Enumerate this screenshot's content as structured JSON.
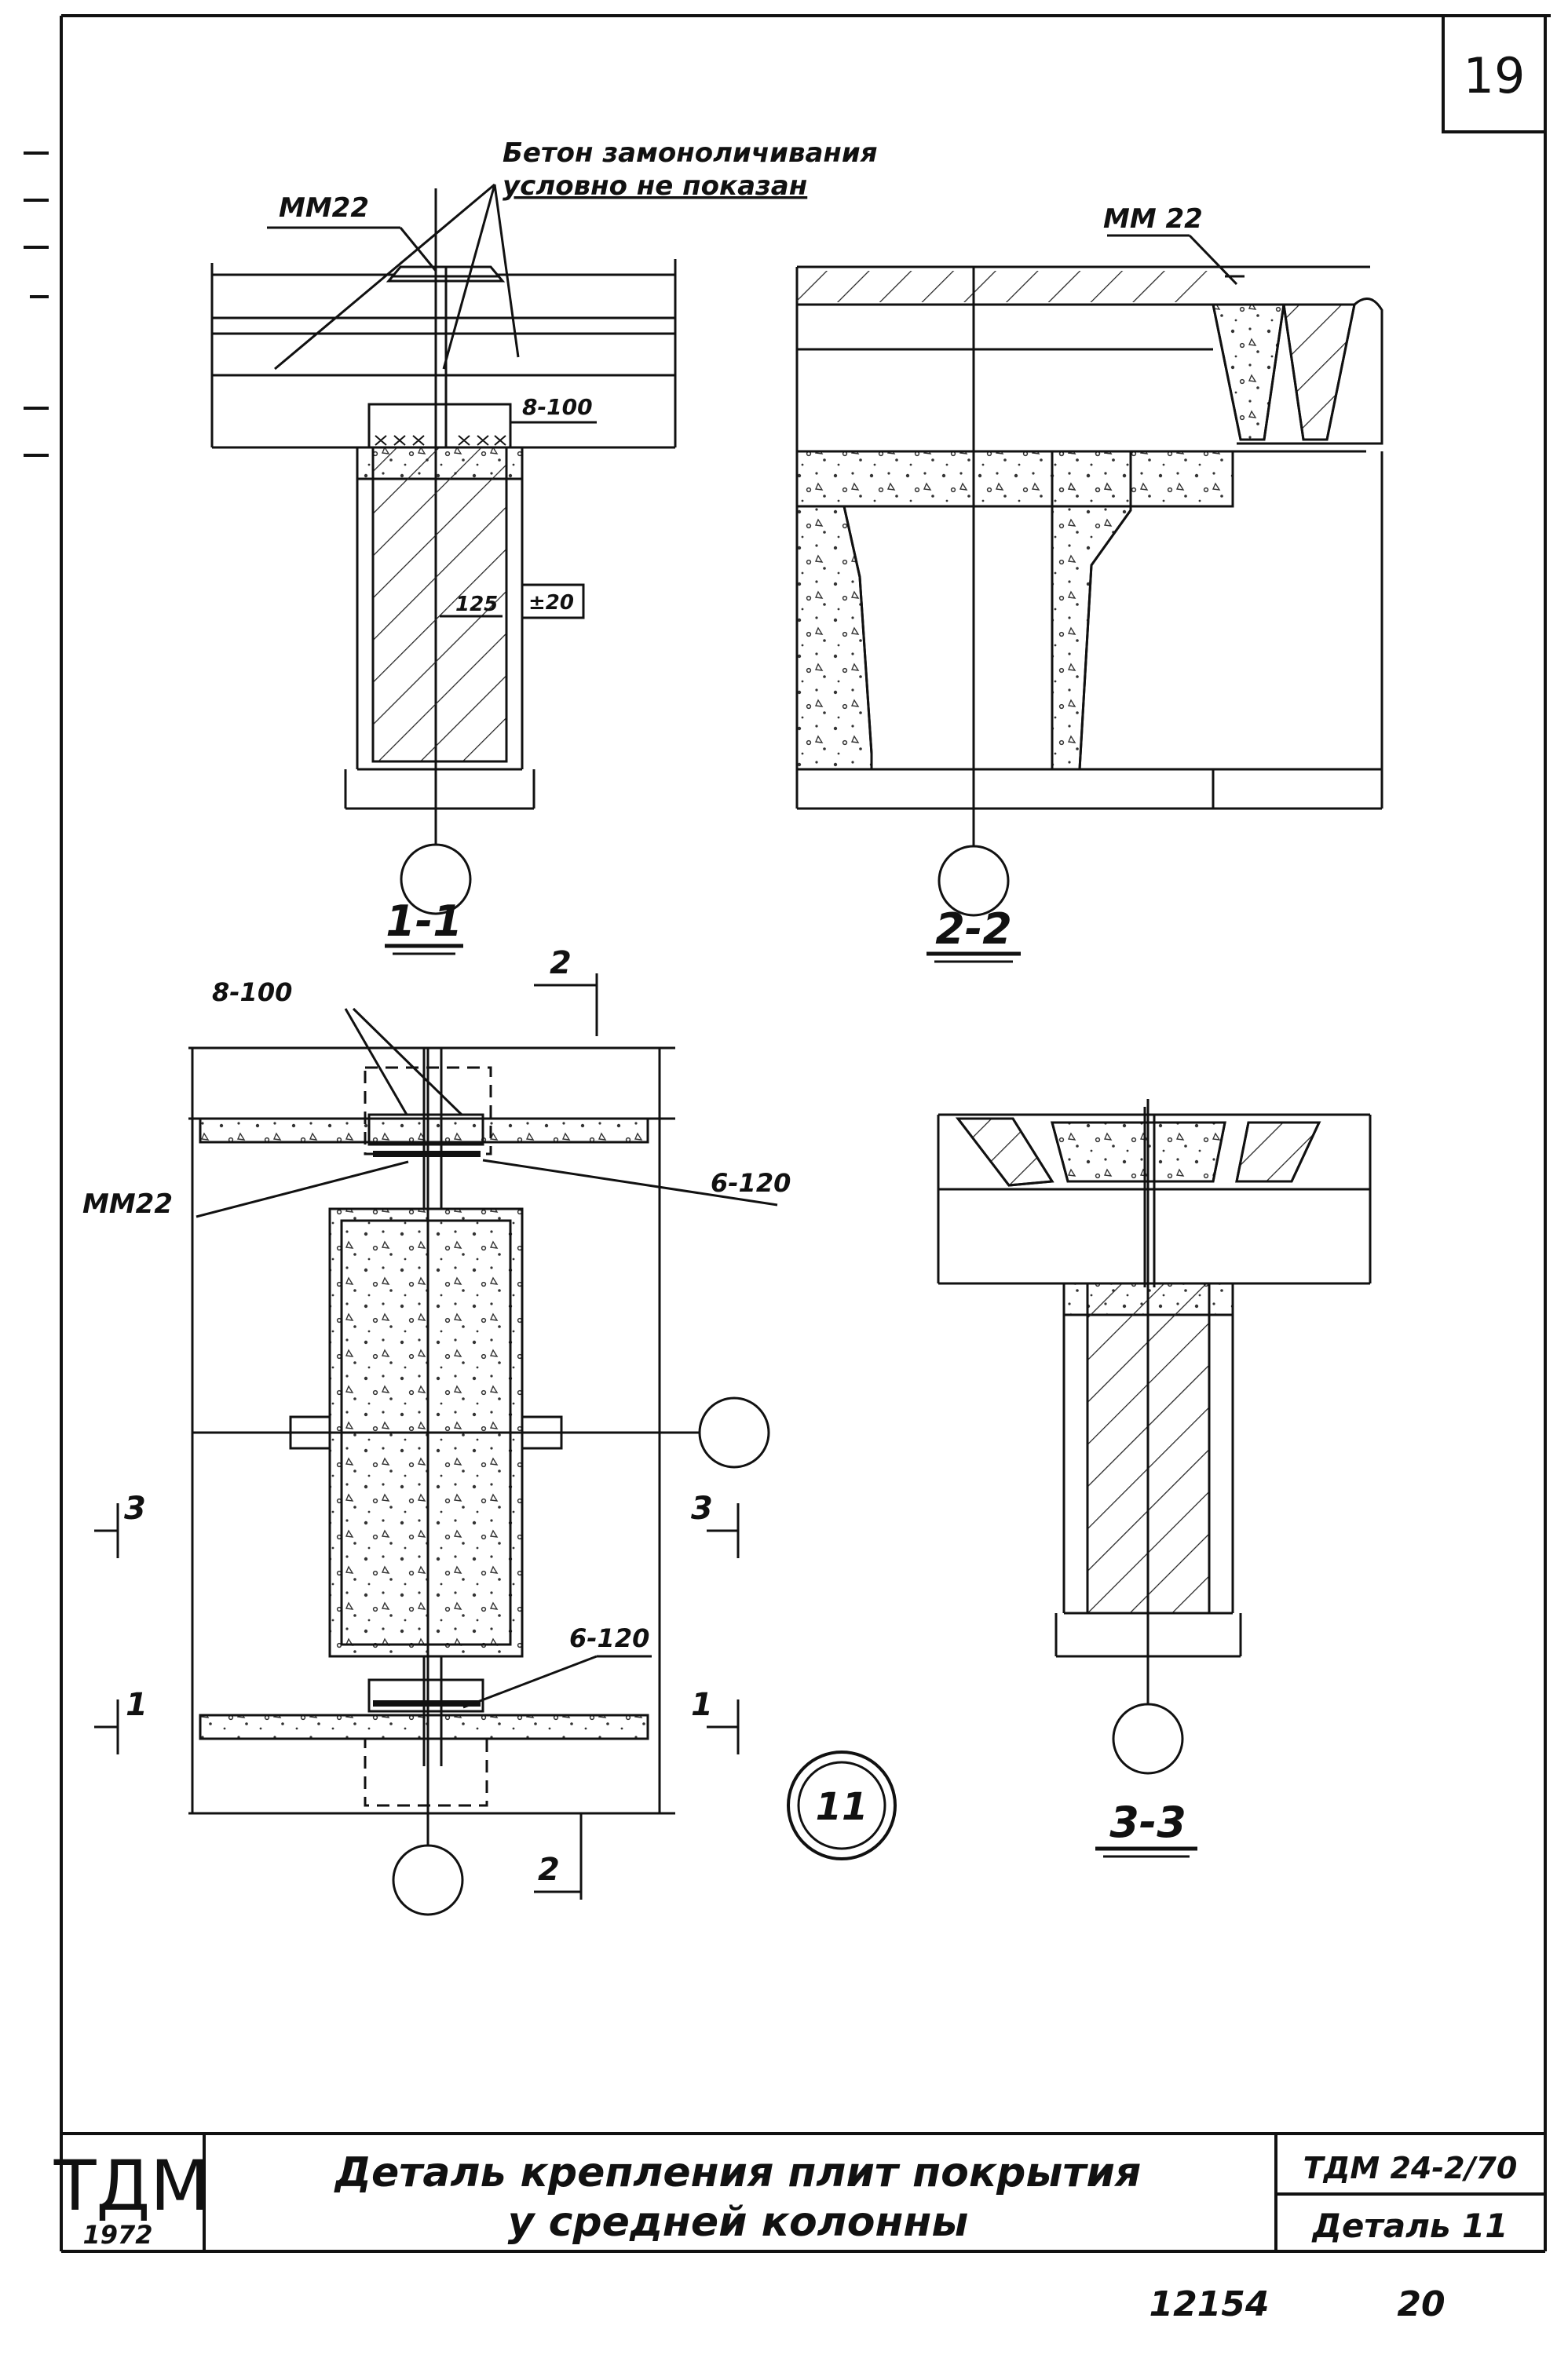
{
  "sheet_number": "19",
  "annotations": {
    "concrete_note_line1": "Бетон замоноличивания",
    "concrete_note_line2": "условно не показан",
    "mm22_a": "ММ22",
    "mm22_b": "ММ 22",
    "mm22_c": "ММ22",
    "dim_8_100_a": "8-100",
    "dim_8_100_b": "8-100",
    "dim_6_120_a": "6-120",
    "dim_6_120_b": "6-120",
    "dim_125": "125",
    "dim_pm20": "±20"
  },
  "sections": {
    "s11": "1-1",
    "s22": "2-2",
    "s33": "3-3",
    "plan_mark_2_top": "2",
    "plan_mark_2_bottom": "2",
    "plan_mark_3_left": "3",
    "plan_mark_3_right": "3",
    "plan_mark_1_left": "1",
    "plan_mark_1_right": "1",
    "detail_circle": "11"
  },
  "title_block": {
    "org": "ТДМ",
    "year": "1972",
    "title_line1": "Деталь крепления плит покрытия",
    "title_line2": "у средней колонны",
    "doc_code": "ТДМ 24-2/70",
    "detail_label": "Деталь 11"
  },
  "footer": {
    "inventory_number": "12154",
    "page_number": "20"
  }
}
